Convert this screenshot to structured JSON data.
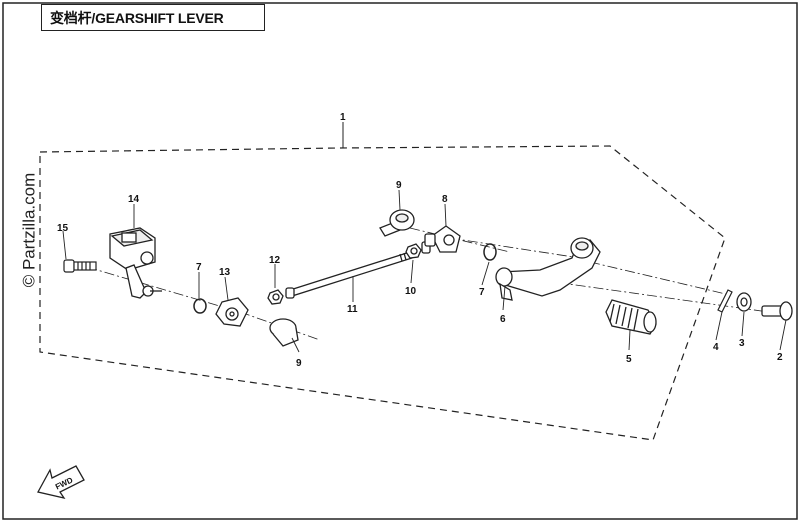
{
  "diagram": {
    "title": "变档杆/GEARSHIFT LEVER",
    "watermark": "© Partzilla.com",
    "direction_label": "FWD",
    "callouts": [
      "1",
      "2",
      "3",
      "4",
      "5",
      "6",
      "7",
      "7",
      "8",
      "9",
      "9",
      "10",
      "11",
      "12",
      "13",
      "14",
      "15"
    ]
  },
  "colors": {
    "line": "#222222",
    "fill": "#ffffff",
    "shade": "#d6d6d6"
  }
}
